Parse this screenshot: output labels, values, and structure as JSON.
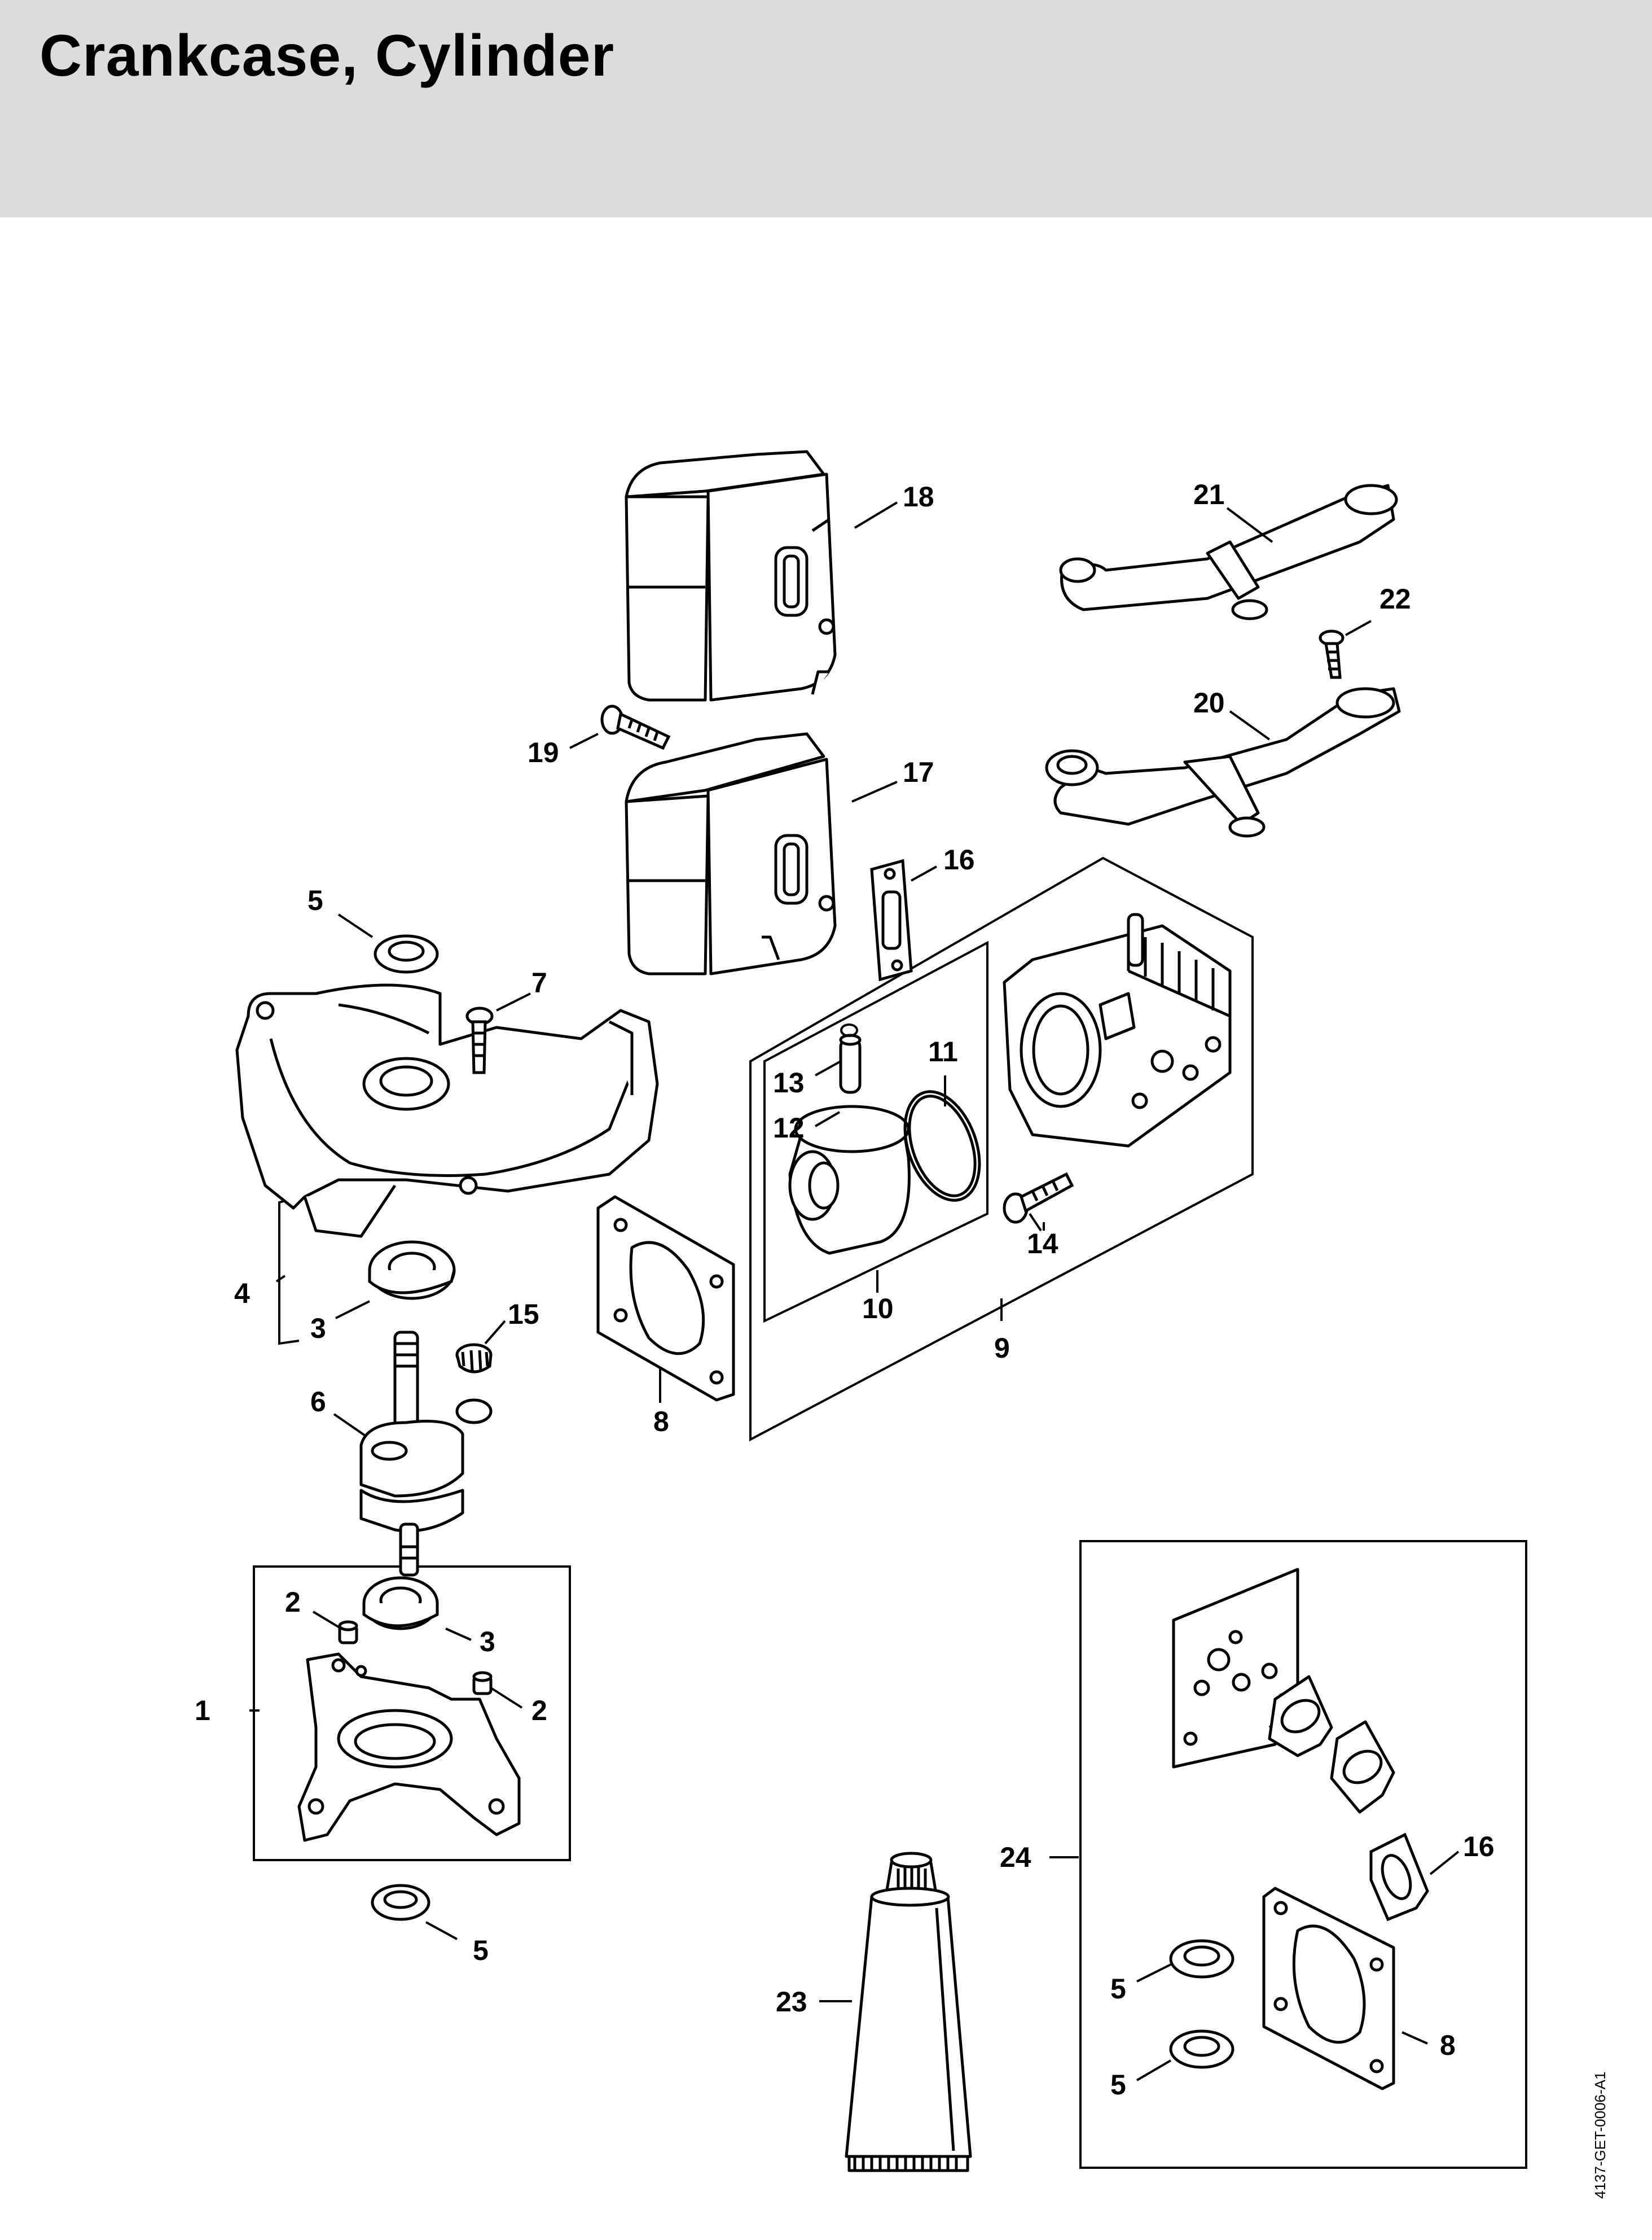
{
  "header": {
    "title": "Crankcase, Cylinder"
  },
  "diagram": {
    "document_id": "4137-GET-0006-A1",
    "callouts": {
      "c1": "1",
      "c2a": "2",
      "c2b": "2",
      "c3a": "3",
      "c3b": "3",
      "c4": "4",
      "c5a": "5",
      "c5b": "5",
      "c5c": "5",
      "c5d": "5",
      "c6": "6",
      "c7": "7",
      "c8a": "8",
      "c8b": "8",
      "c9": "9",
      "c10": "10",
      "c11": "11",
      "c12": "12",
      "c13": "13",
      "c14": "14",
      "c15": "15",
      "c16a": "16",
      "c16b": "16",
      "c17": "17",
      "c18": "18",
      "c19": "19",
      "c20": "20",
      "c21": "21",
      "c22": "22",
      "c23": "23",
      "c24": "24"
    }
  }
}
